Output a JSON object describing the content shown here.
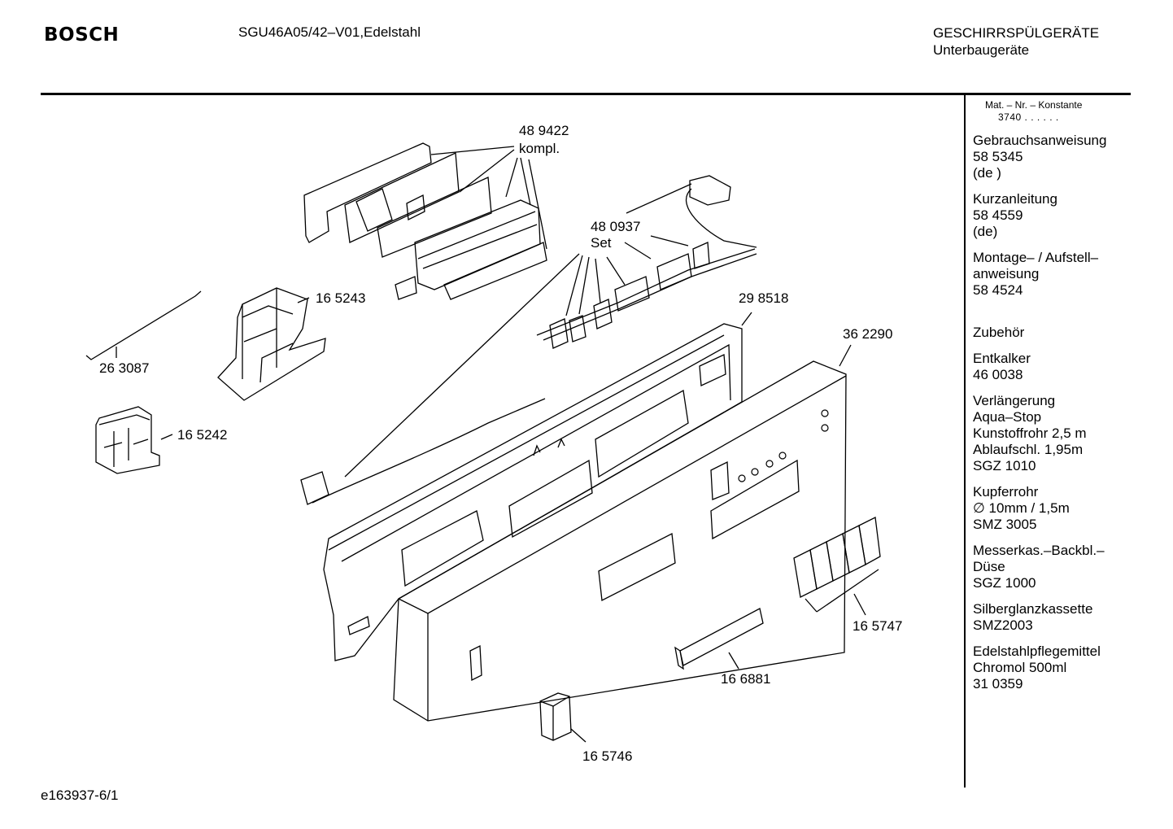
{
  "header": {
    "brand": "BOSCH",
    "model": "SGU46A05/42–V01,Edelstahl",
    "category_line1": "GESCHIRRSPÜLGERÄTE",
    "category_line2": "Unterbaugeräte"
  },
  "sidebar": {
    "mat_line1": "Mat. – Nr. – Konstante",
    "mat_line2": "3740 . .   . . . .",
    "groups": [
      {
        "lines": [
          "Gebrauchsanweisung",
          "58 5345",
          "(de )"
        ]
      },
      {
        "lines": [
          "Kurzanleitung",
          "58 4559",
          "(de)"
        ]
      },
      {
        "lines": [
          "Montage– / Aufstell–",
          "anweisung",
          "58 4524"
        ]
      },
      {
        "lines": [
          "",
          "Zubehör"
        ]
      },
      {
        "lines": [
          "Entkalker",
          "46 0038"
        ]
      },
      {
        "lines": [
          "Verlängerung",
          "Aqua–Stop",
          "Kunstoffrohr 2,5 m",
          "Ablaufschl. 1,95m",
          "SGZ 1010"
        ]
      },
      {
        "lines": [
          "Kupferrohr",
          "∅ 10mm / 1,5m",
          "SMZ 3005"
        ]
      },
      {
        "lines": [
          "Messerkas.–Backbl.–",
          "Düse",
          "SGZ 1000"
        ]
      },
      {
        "lines": [
          "Silberglanzkassette",
          "SMZ2003"
        ]
      },
      {
        "lines": [
          "Edelstahlpflegemittel",
          "Chromol 500ml",
          "31 0359"
        ]
      }
    ]
  },
  "parts": [
    {
      "id": "p489422",
      "number": "48 9422",
      "note": "kompl."
    },
    {
      "id": "p480937",
      "number": "48 0937",
      "note": "Set"
    },
    {
      "id": "p165243",
      "number": "16 5243"
    },
    {
      "id": "p263087",
      "number": "26 3087"
    },
    {
      "id": "p165242",
      "number": "16 5242"
    },
    {
      "id": "p298518",
      "number": "29 8518"
    },
    {
      "id": "p362290",
      "number": "36 2290"
    },
    {
      "id": "p165747",
      "number": "16 5747"
    },
    {
      "id": "p166881",
      "number": "16 6881"
    },
    {
      "id": "p165746",
      "number": "16 5746"
    }
  ],
  "footer": {
    "code": "e163937-6/1"
  }
}
